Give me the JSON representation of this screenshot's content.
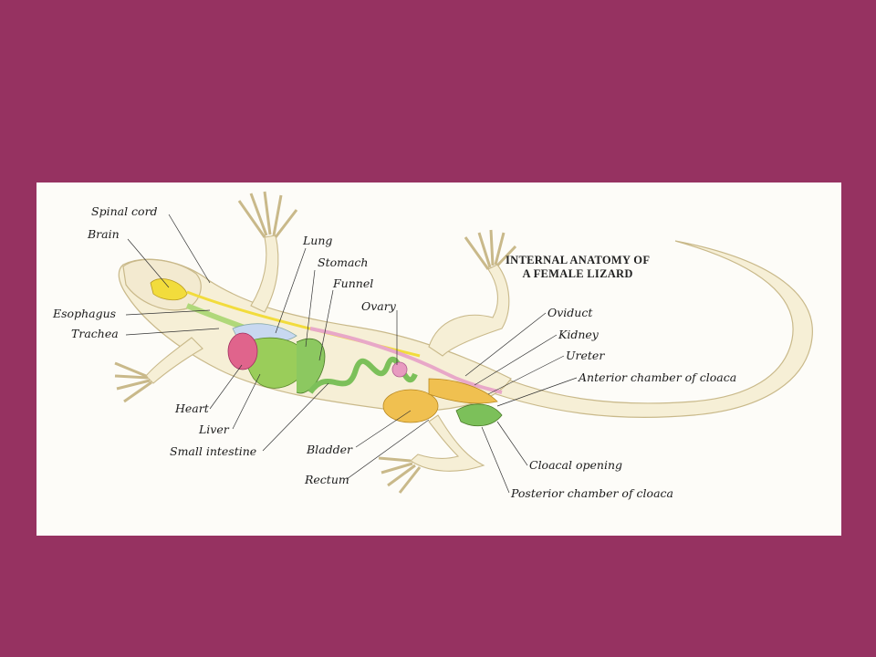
{
  "title": {
    "line1": "INTERNAL ANATOMY OF",
    "line2": "A FEMALE LIZARD"
  },
  "labels": {
    "spinal_cord": "Spinal cord",
    "brain": "Brain",
    "esophagus": "Esophagus",
    "trachea": "Trachea",
    "heart": "Heart",
    "liver": "Liver",
    "small_intestine": "Small intestine",
    "lung": "Lung",
    "stomach": "Stomach",
    "funnel": "Funnel",
    "ovary": "Ovary",
    "bladder": "Bladder",
    "rectum": "Rectum",
    "oviduct": "Oviduct",
    "kidney": "Kidney",
    "ureter": "Ureter",
    "anterior_chamber": "Anterior chamber of cloaca",
    "cloacal_opening": "Cloacal opening",
    "posterior_chamber": "Posterior chamber of cloaca"
  },
  "colors": {
    "background": "#963261",
    "body": "#f6efd6",
    "brain": "#f2dc3c",
    "heart": "#e0648c",
    "liver_lung": "#9acd5a",
    "intestine": "#7cc05a",
    "reproductive": "#e8a8c8",
    "bladder": "#f0c050"
  }
}
